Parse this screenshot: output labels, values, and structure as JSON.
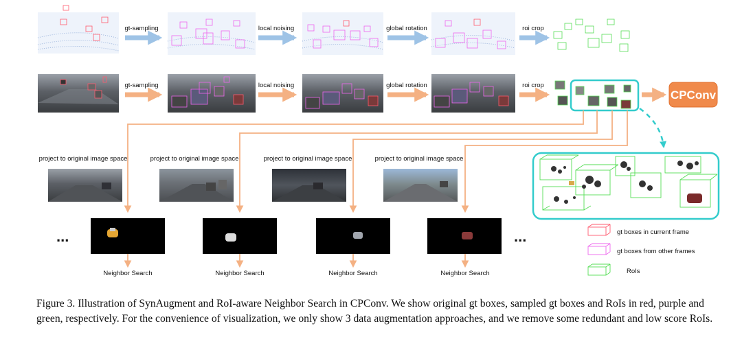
{
  "figure": {
    "labels": {
      "gt_sampling": "gt-sampling",
      "local_noising": "local  noising",
      "global_rotation": "global rotation",
      "roi_crop": "roi crop",
      "cpconv": "CPConv",
      "project": "project to original image space",
      "neighbor_search": "Neighbor Search",
      "ellipsis": "..."
    },
    "legend": [
      {
        "label": "gt boxes in current frame",
        "color": "#ff5a6e"
      },
      {
        "label": "gt boxes from other frames",
        "color": "#ee66ee"
      },
      {
        "label": "RoIs",
        "color": "#55dd55"
      }
    ],
    "colors": {
      "top_arrow": "#9ec3e6",
      "bottom_arrow": "#f4b183",
      "highlight": "#33cccc",
      "cpconv_box": "#f08a4b"
    }
  },
  "caption": "Figure 3. Illustration of SynAugment and RoI-aware Neighbor Search in CPConv. We show original gt boxes, sampled gt boxes and RoIs in red, purple and green, respectively. For the convenience of visualization, we only show 3 data augmentation approaches, and we remove some redundant and low score RoIs."
}
